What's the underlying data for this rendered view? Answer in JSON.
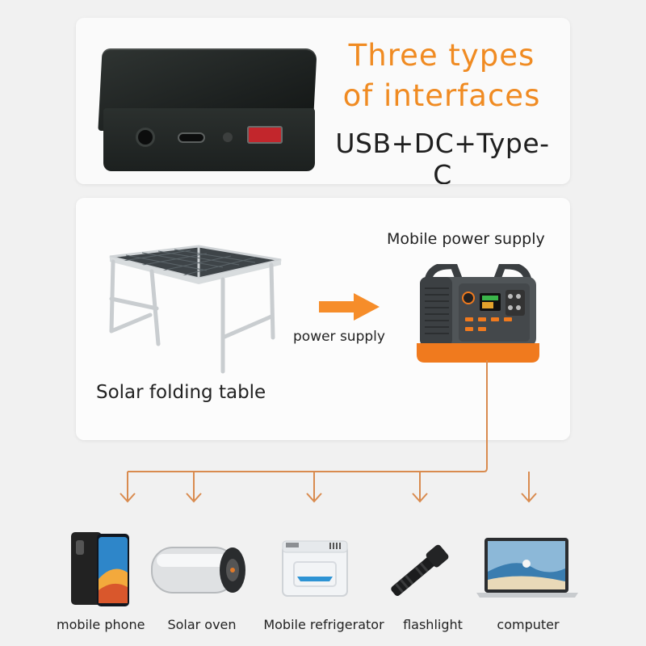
{
  "top_card": {
    "title_line1": "Three types",
    "title_line2": "of interfaces",
    "interfaces": "USB+DC+Type-C"
  },
  "mid_card": {
    "station_label": "Mobile power supply",
    "arrow_label": "power supply",
    "table_label": "Solar folding table"
  },
  "devices": [
    {
      "label": "mobile phone"
    },
    {
      "label": "Solar oven"
    },
    {
      "label": "Mobile refrigerator"
    },
    {
      "label": "flashlight"
    },
    {
      "label": "computer"
    }
  ],
  "colors": {
    "accent_orange": "#f08b22",
    "tree_line": "#d98b4f"
  }
}
